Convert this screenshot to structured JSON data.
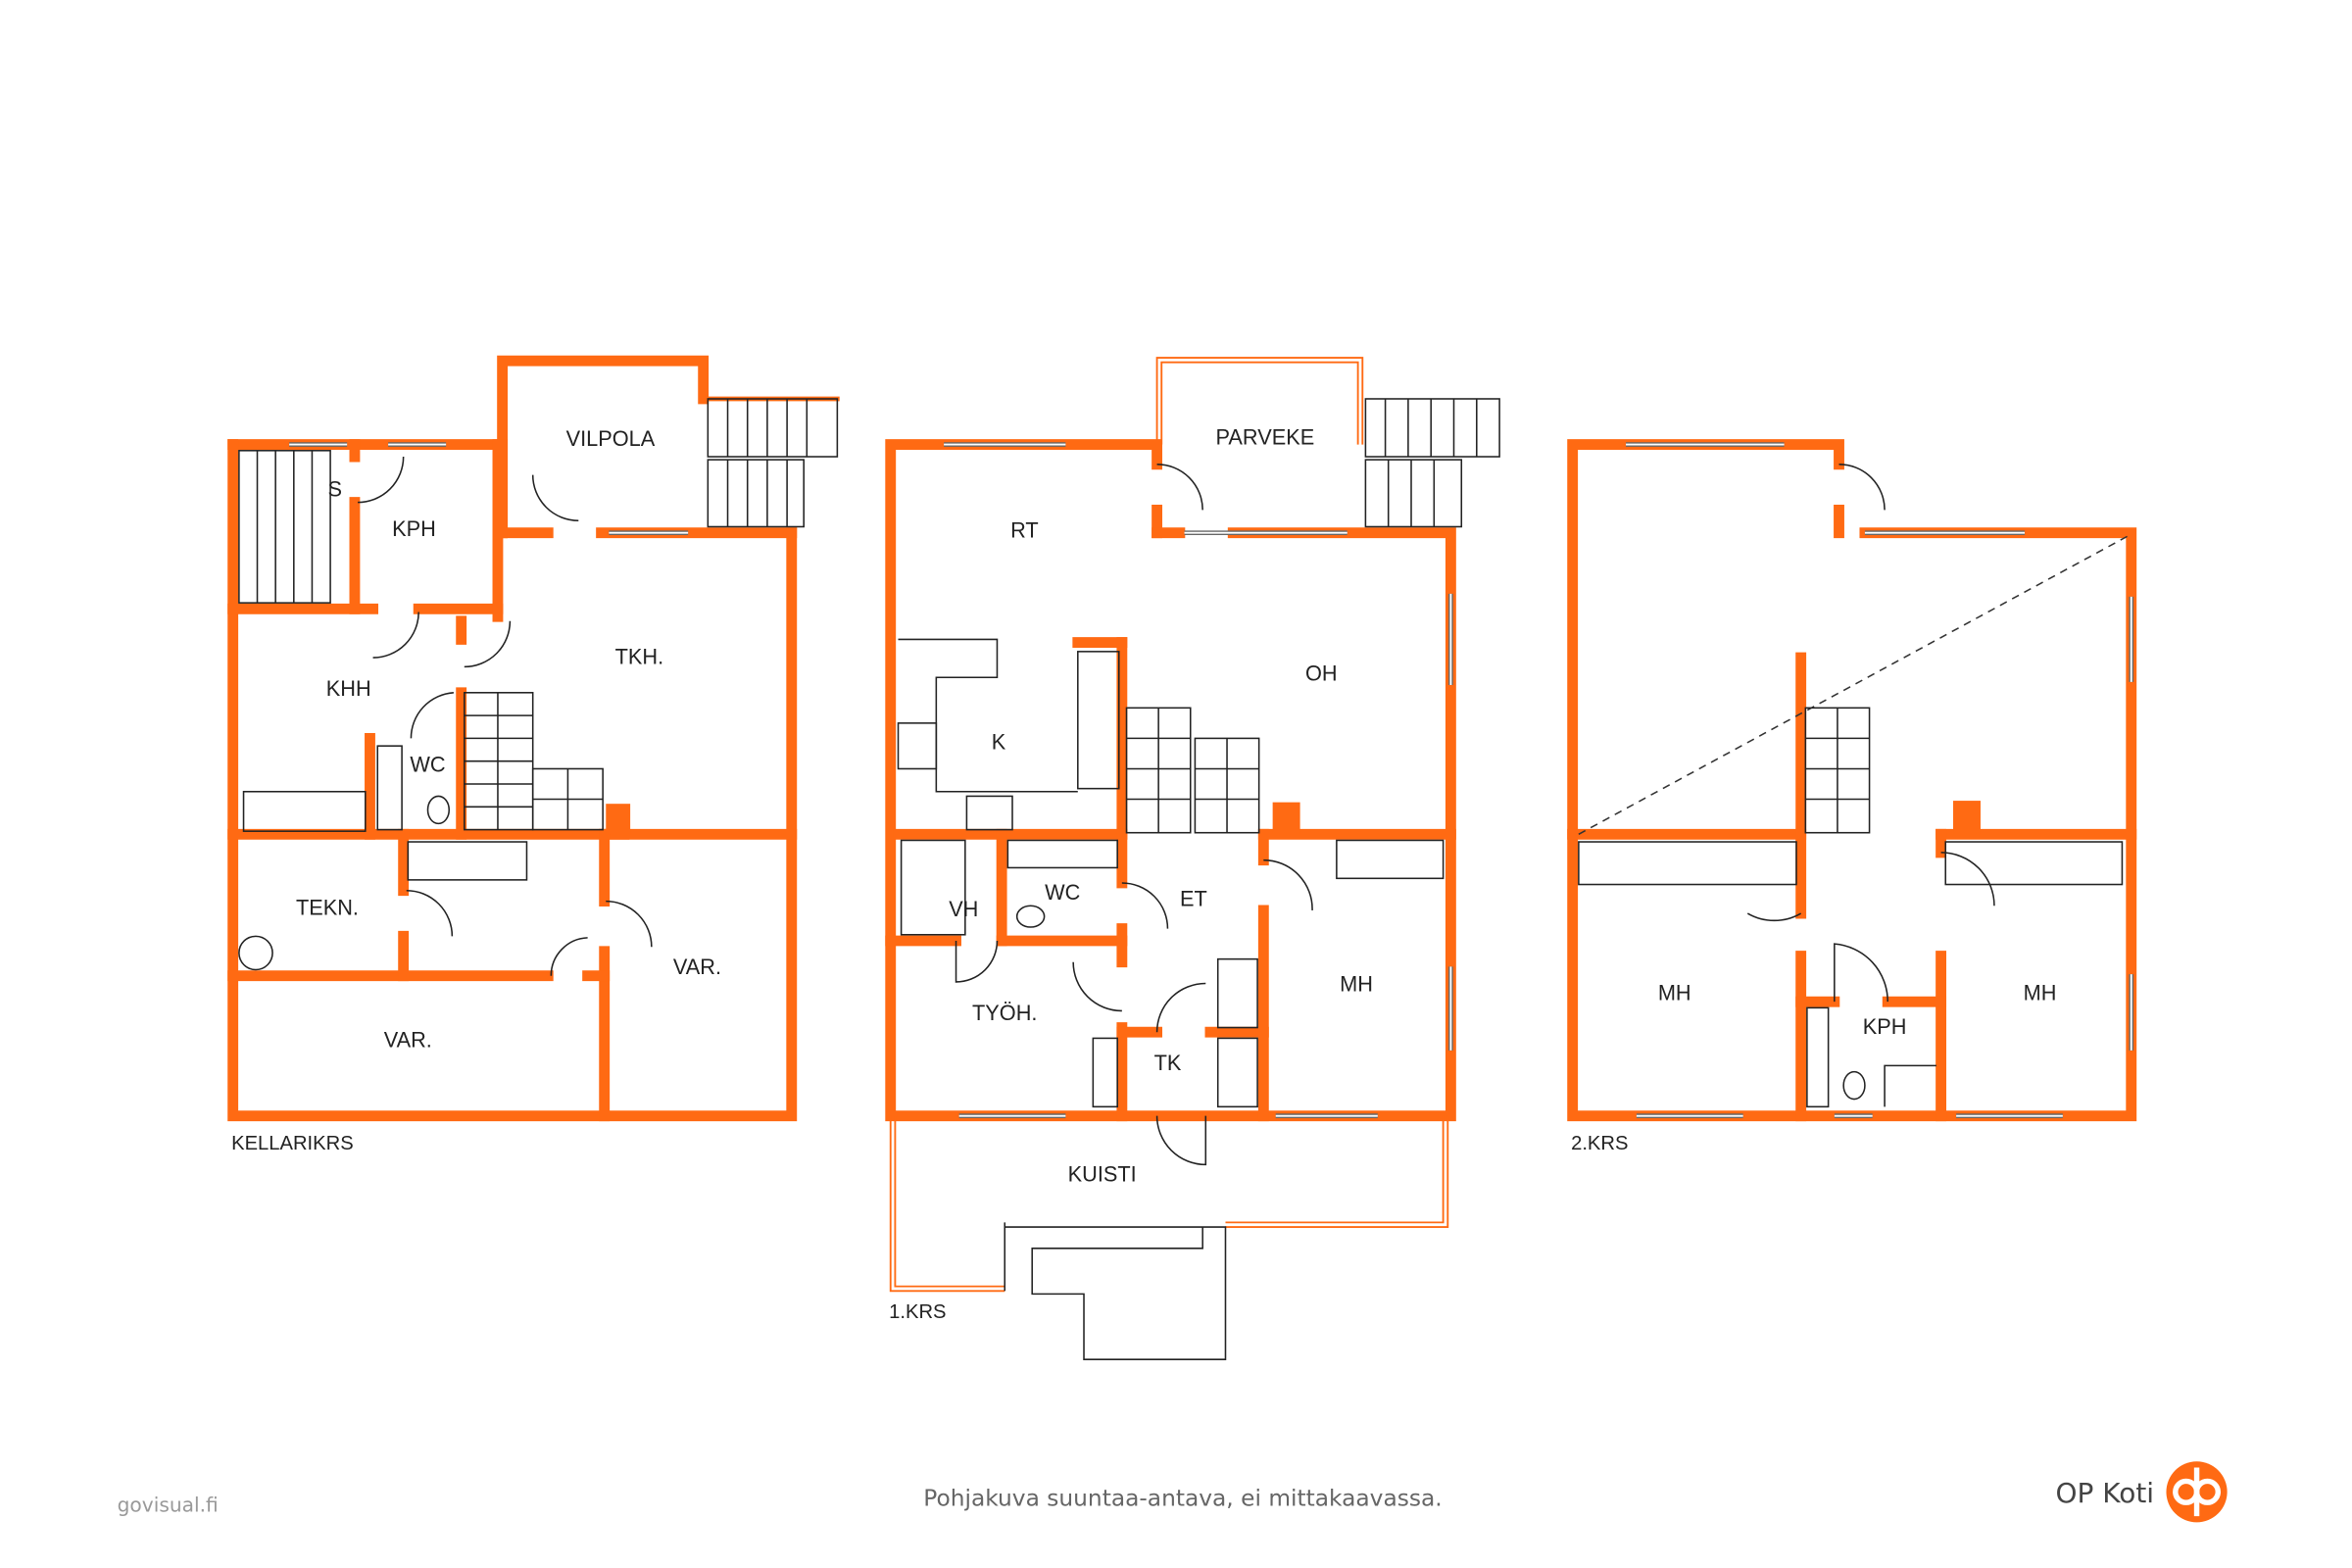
{
  "accent_color": "#ff6a13",
  "floors": [
    {
      "name": "KELLARIKRS",
      "rooms": [
        "VILPOLA",
        "S",
        "KPH",
        "KHH",
        "TKH.",
        "WC",
        "TEKN.",
        "VAR.",
        "VAR."
      ]
    },
    {
      "name": "1.KRS",
      "rooms": [
        "PARVEKE",
        "RT",
        "OH",
        "K",
        "WC",
        "VH",
        "ET",
        "TYÖH.",
        "MH",
        "TK",
        "KUISTI"
      ]
    },
    {
      "name": "2.KRS",
      "rooms": [
        "MH",
        "KPH",
        "MH"
      ]
    }
  ],
  "footer": {
    "credit": "govisual.fi",
    "disclaimer": "Pohjakuva suuntaa-antava, ei mittakaavassa.",
    "brand": "OP Koti"
  }
}
